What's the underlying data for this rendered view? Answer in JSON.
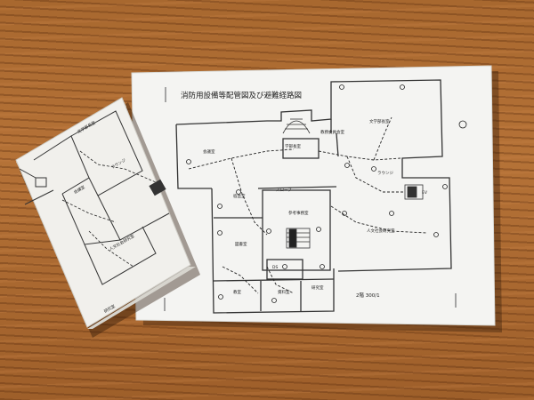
{
  "main_sheet": {
    "title": "消防用設備等配管図及び避難経路図",
    "rooms": {
      "r1": "文学部長室",
      "r2": "会議室",
      "r3": "学部長室",
      "r4": "教務委員会室",
      "r5": "宿直室",
      "r6": "参考事務室",
      "r7": "図書室",
      "r8": "人文社会研究室",
      "r9": "資料室",
      "r10": "研究室",
      "r11": "教室",
      "r12": "DS",
      "r13": "EV",
      "r14": "ラウンジ",
      "r15": "スロープ"
    },
    "scale_note": "2階 300/1"
  },
  "small_sheet": {
    "rooms": {
      "s1": "文学部長室",
      "s2": "ラウンジ",
      "s3": "会議室",
      "s4": "人文社会研究室",
      "s5": "研究室"
    }
  }
}
